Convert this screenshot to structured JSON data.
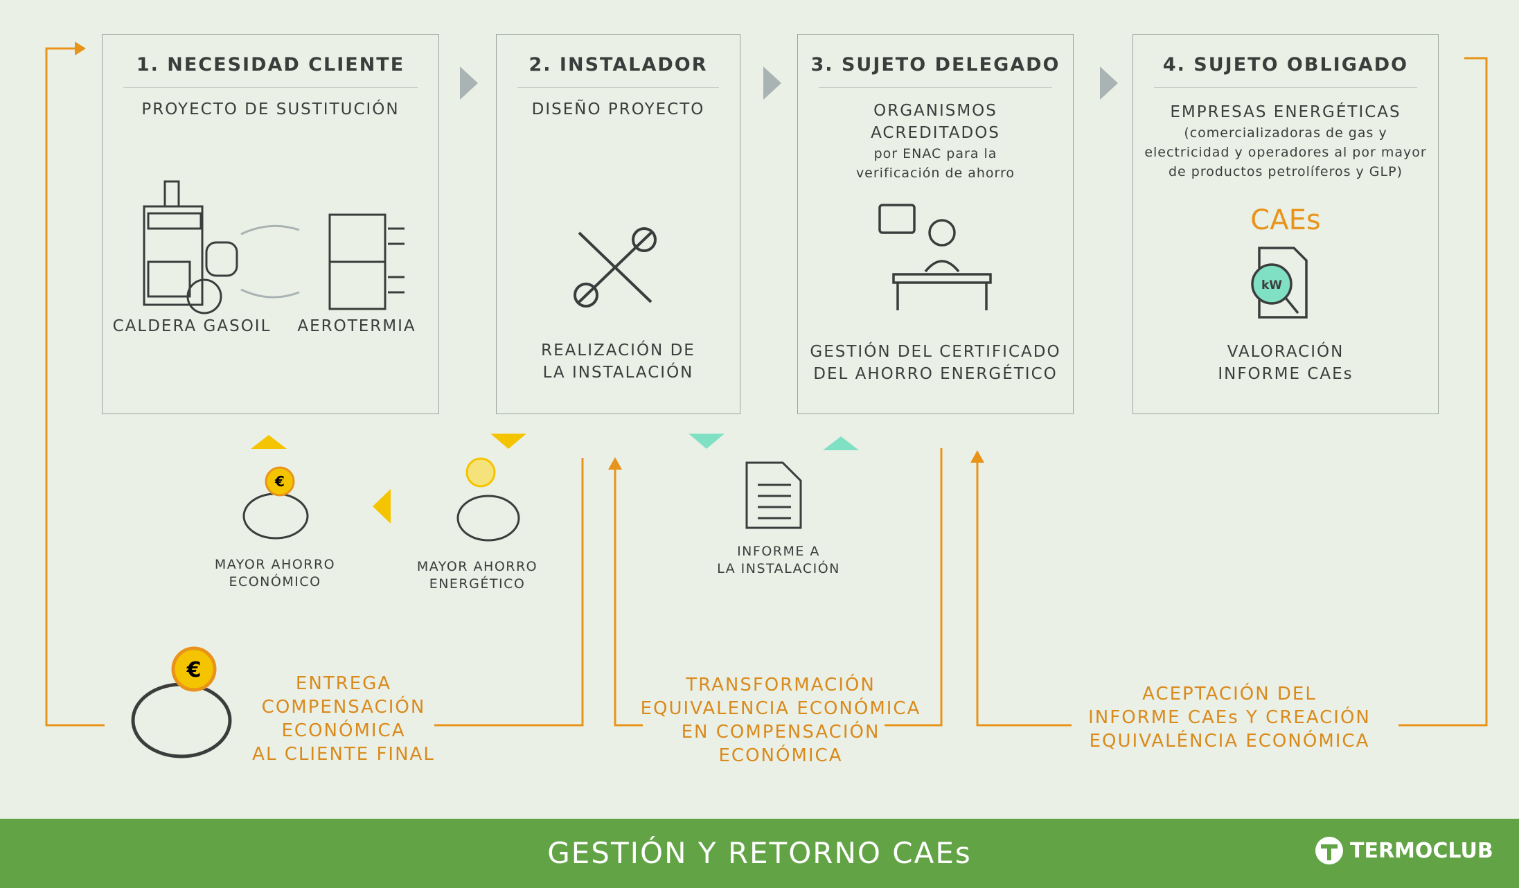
{
  "steps": [
    {
      "title": "1. NECESIDAD CLIENTE",
      "subtitle": "PROYECTO  DE  SUSTITUCIÓN",
      "label_left": "CALDERA GASOIL",
      "label_right": "AEROTERMIA"
    },
    {
      "title": "2. INSTALADOR",
      "subtitle": "DISEÑO  PROYECTO",
      "caption": [
        "REALIZACIÓN  DE",
        "LA  INSTALACIÓN"
      ]
    },
    {
      "title": "3. SUJETO DELEGADO",
      "subtitle": [
        "ORGANISMOS",
        "ACREDITADOS"
      ],
      "note": [
        "por  ENAC para la",
        "verificación de ahorro"
      ],
      "caption": [
        "GESTIÓN  DEL CERTIFICADO",
        "DEL AHORRO ENERGÉTICO"
      ]
    },
    {
      "title": "4. SUJETO OBLIGADO",
      "subtitle": "EMPRESAS  ENERGÉTICAS",
      "note": [
        "(comercializadoras de gas y",
        "electricidad y operadores al por mayor",
        "de productos petrolíferos y GLP)"
      ],
      "badge": "CAEs",
      "icon_text": "kW",
      "caption": [
        "VALORACIÓN",
        "INFORME CAEs"
      ]
    }
  ],
  "middle": {
    "saving_economic": [
      "MAYOR AHORRO",
      "ECONÓMICO"
    ],
    "saving_energy": [
      "MAYOR AHORRO",
      "ENERGÉTICO"
    ],
    "report": [
      "INFORME A",
      "LA  INSTALACIÓN"
    ],
    "coin": "€"
  },
  "bottom": {
    "delivery": [
      "ENTREGA",
      "COMPENSACIÓN",
      "ECONÓMICA",
      "AL CLIENTE  FINAL"
    ],
    "transformation": [
      "TRANSFORMACIÓN",
      "EQUIVALENCIA  ECONÓMICA",
      "EN COMPENSACIÓN",
      "ECONÓMICA"
    ],
    "acceptance": [
      "ACEPTACIÓN  DEL",
      "INFORME CAEs Y CREACIÓN",
      "EQUIVALÉNCIA  ECONÓMICA"
    ]
  },
  "footer": {
    "title": "GESTIÓN Y  RETORNO CAEs",
    "brand": "TERMOCLUB"
  },
  "colors": {
    "orange": "#e8941a",
    "green": "#62a345",
    "yellow": "#f5c400",
    "teal": "#7fe0c4"
  }
}
